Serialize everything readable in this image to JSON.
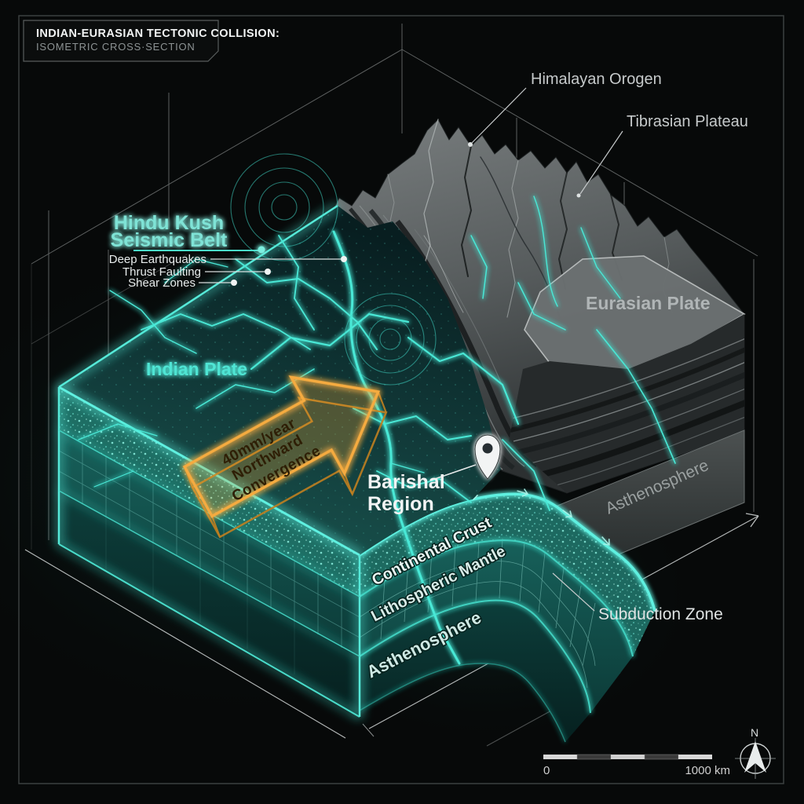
{
  "title": {
    "line1": "INDIAN-EURASIAN TECTONIC COLLISION:",
    "line2": "ISOMETRIC CROSS·SECTION"
  },
  "labels": {
    "himalayan_orogen": "Himalayan Orogen",
    "tibrasian_plateau": "Tibrasian Plateau",
    "hindu_kush_line1": "Hindu Kush",
    "hindu_kush_line2": "Seismic Belt",
    "hindu_kush_sub": [
      "Deep Earthquakes",
      "Thrust Faulting",
      "Shear Zones"
    ],
    "eurasian_plate": "Eurasian Plate",
    "indian_plate": "Indian Plate",
    "convergence_arrow": [
      "40mm/year",
      "Northward",
      "Convergence"
    ],
    "barishal_line1": "Barishal",
    "barishal_line2": "Region",
    "layer_continental_crust": "Continental Crust",
    "layer_lithospheric_mantle": "Lithospheric Mantle",
    "layer_asthenosphere": "Asthenosphere",
    "subduction_zone": "Subduction Zone",
    "asthenosphere_right": "Asthenosphere"
  },
  "scale_bar": {
    "start": "0",
    "end": "1000 km"
  },
  "compass": {
    "north": "N"
  },
  "colors": {
    "cyan_accent": "#4be4d3",
    "orange_accent": "#f2a73d",
    "mountain_gray": "#5f6465",
    "label_gray": "#c9cdcd"
  }
}
